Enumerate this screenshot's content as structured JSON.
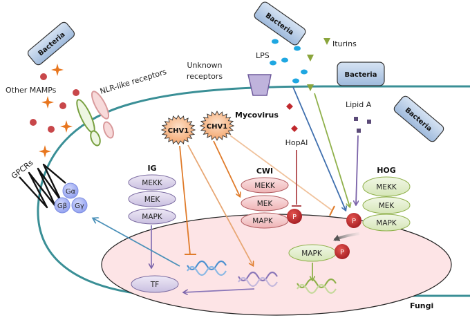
{
  "title": "Bacterial and mycoviral elicitors acting on fungal MAPK signaling pathways",
  "colors": {
    "membrane": "#3a8f96",
    "nucleus_fill": "#fde4e6",
    "bacteria_fill": "#b7cde6",
    "ig_kinase": "#ddd5ec",
    "cwi_kinase": "#f4c9cb",
    "hog_kinase": "#e4efcf",
    "phospho": "#c0282d",
    "mamp_dot": "#c8474a",
    "mamp_star": "#e8761e",
    "lps": "#1fa7e1",
    "iturin": "#8aa53c",
    "lipidA": "#5b4a78",
    "hopai": "#c0282d",
    "chv1": "#f7b98b"
  },
  "bacteria": [
    {
      "id": "bacteria-topleft",
      "label": "Bacteria"
    },
    {
      "id": "bacteria-top",
      "label": "Bacteria"
    },
    {
      "id": "bacteria-right-membrane",
      "label": "Bacteria"
    },
    {
      "id": "bacteria-right",
      "label": "Bacteria"
    }
  ],
  "labels": {
    "other_mamps": "Other MAMPs",
    "nlr_receptors": "NLR-like receptors",
    "unknown_receptors_line1": "Unknown",
    "unknown_receptors_line2": "receptors",
    "lps": "LPS",
    "iturins": "Iturins",
    "lipid_a": "Lipid A",
    "mycovirus": "Mycovirus",
    "hopai": "HopAI",
    "gpcrs": "GPCRs",
    "fungi": "Fungi",
    "tf": "TF"
  },
  "g_proteins": [
    "Gα",
    "Gβ",
    "Gγ"
  ],
  "chv1": [
    "CHV1",
    "CHV1"
  ],
  "pathways": [
    {
      "id": "ig",
      "name": "IG",
      "kinases": [
        "MEKK",
        "MEK",
        "MAPK"
      ]
    },
    {
      "id": "cwi",
      "name": "CWI",
      "kinases": [
        "MEKK",
        "MEK",
        "MAPK"
      ]
    },
    {
      "id": "hog",
      "name": "HOG",
      "kinases": [
        "MEKK",
        "MEK",
        "MAPK"
      ]
    }
  ],
  "phospho_label": "P",
  "nuclear_mapk": "MAPK"
}
